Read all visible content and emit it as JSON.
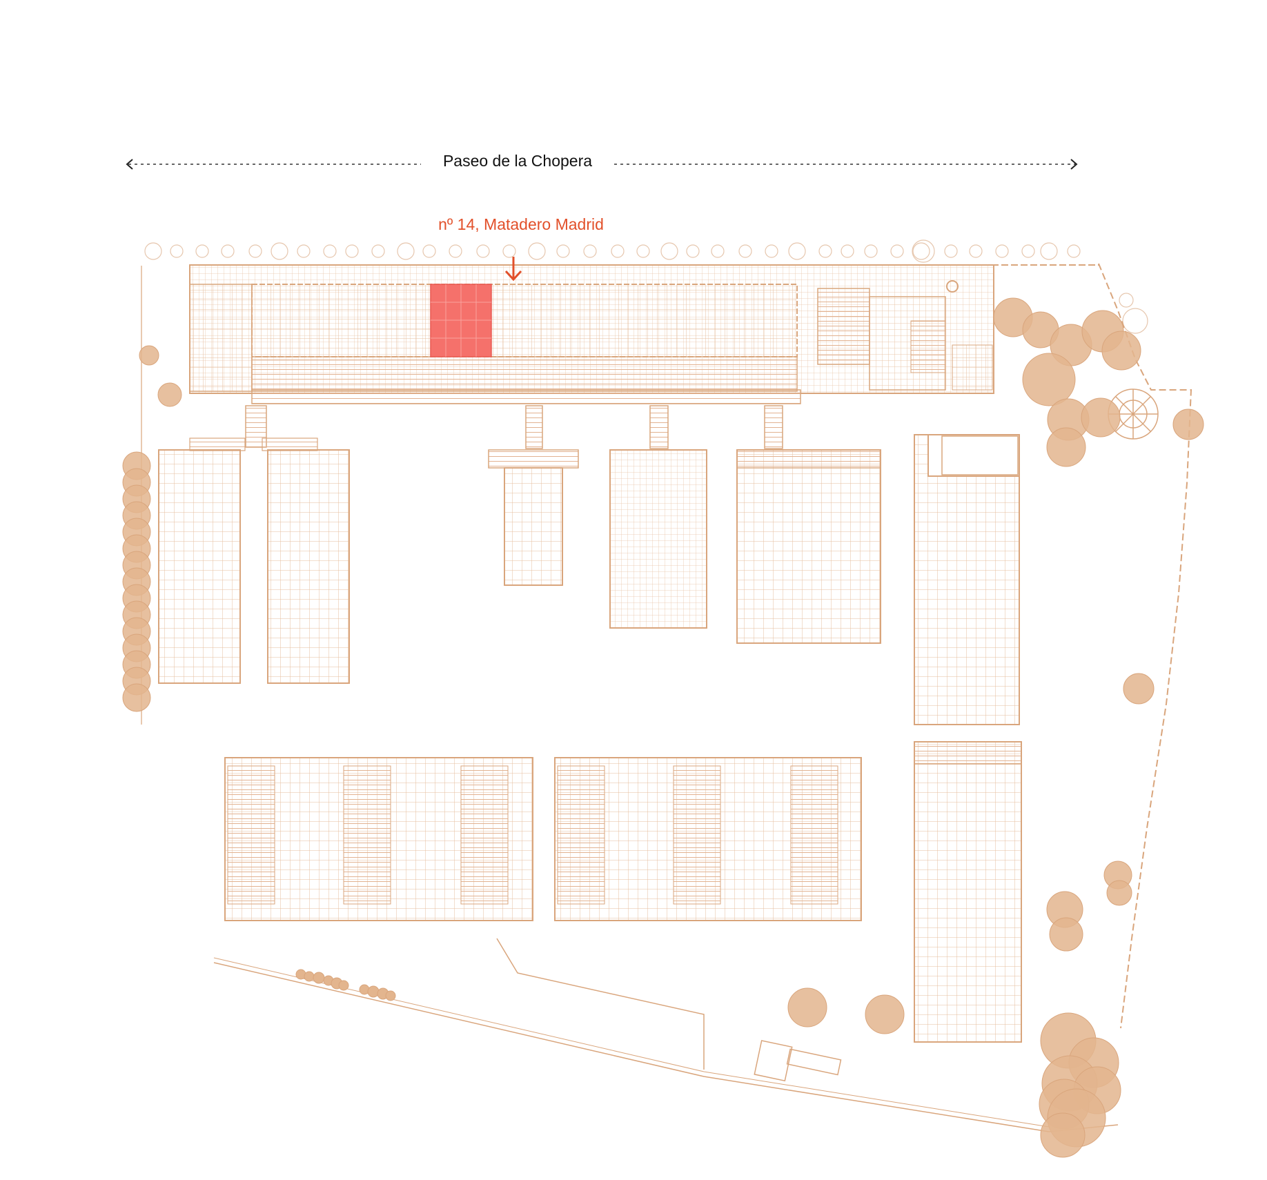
{
  "street": {
    "name": "Paseo de la Chopera"
  },
  "address": {
    "label": "nº 14, Matadero Madrid"
  },
  "colors": {
    "line": "#d9a57c",
    "tree": "#e3b58e",
    "highlight": "#f5716b",
    "accent": "#e2502a",
    "street_line": "#333333"
  },
  "icons": {
    "street_arrows": "chevron-double-arrow",
    "entrance": "down-arrow"
  }
}
